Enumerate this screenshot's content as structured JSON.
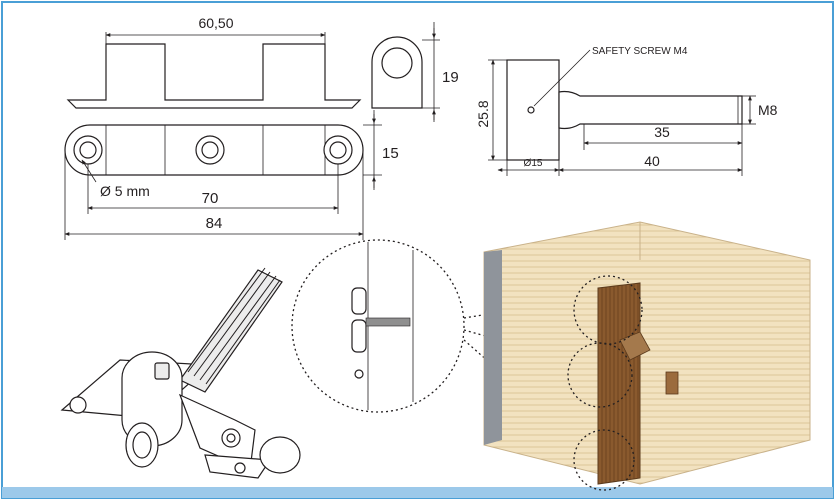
{
  "frame_color": "#4a9fd6",
  "bar_color": "#9cc9ea",
  "dimensions": {
    "hinge_top_width": "60,50",
    "side_height": "19",
    "plate_height": "15",
    "hole": "Ø 5 mm",
    "hole_spacing": "70",
    "overall_length": "84"
  },
  "pin": {
    "callout": "SAFETY SCREW M4",
    "body_height": "25.8",
    "thread": "M8",
    "thread_length": "35",
    "total_length": "40",
    "body_diameter": "Ø15"
  },
  "icons": [
    "hinge-3d-icon",
    "cabinet-corner-icon",
    "detail-magnifier-icon"
  ]
}
